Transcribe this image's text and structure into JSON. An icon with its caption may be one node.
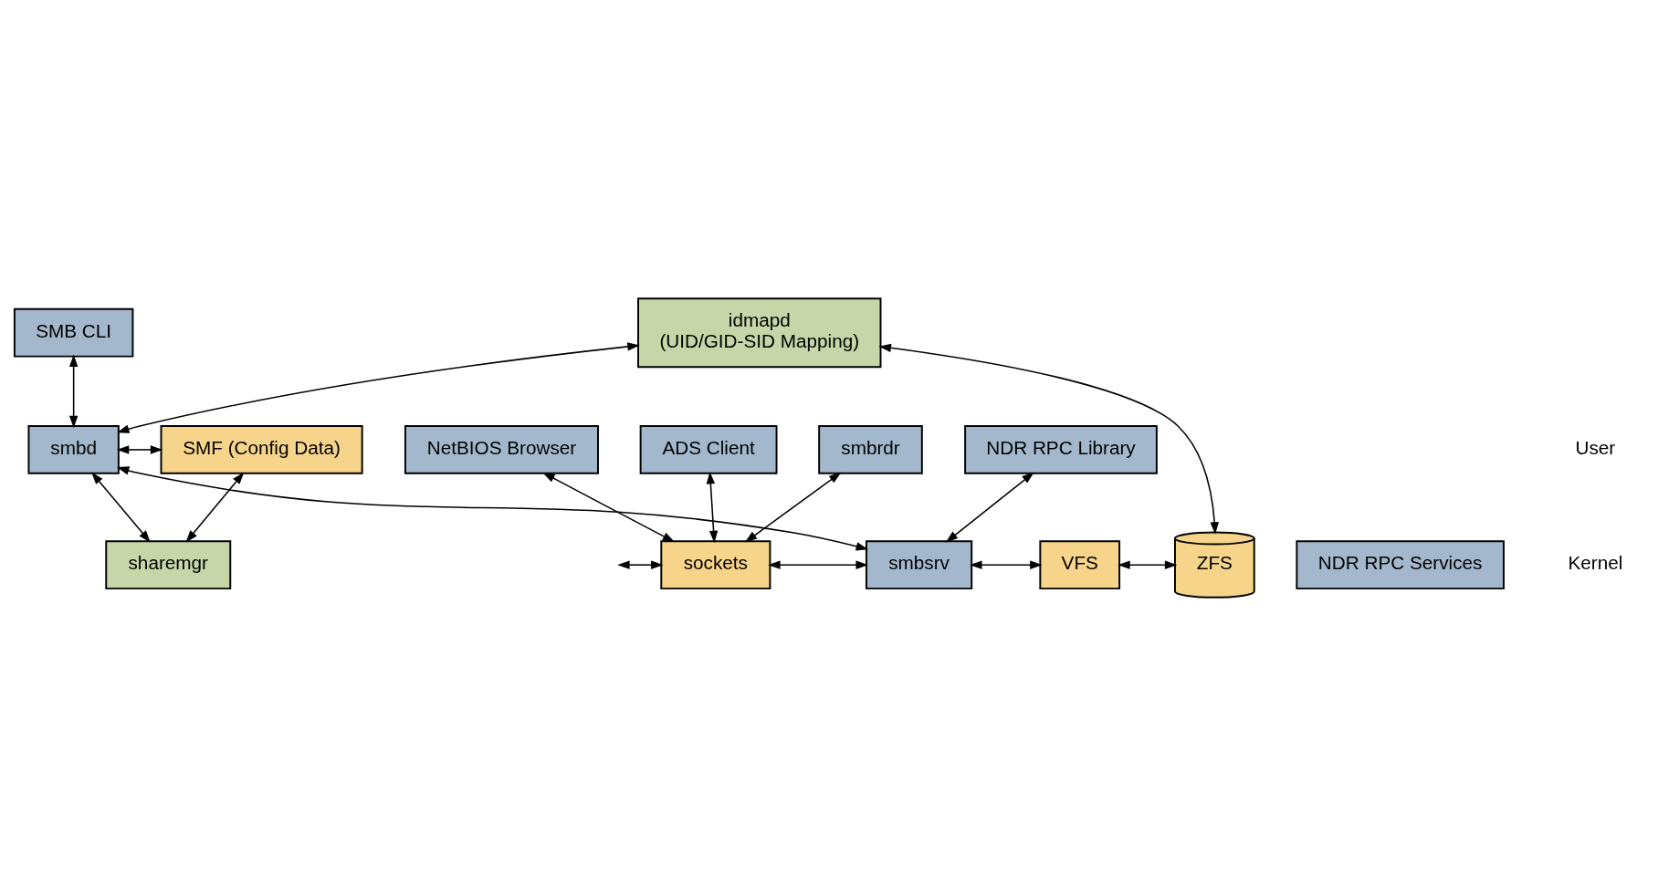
{
  "diagram": {
    "nodes": [
      {
        "text": [
          "SMB CLI"
        ]
      },
      {
        "text": [
          "idmapd",
          "(UID/GID-SID Mapping)"
        ]
      },
      {
        "text": [
          "NDR RPC Services"
        ]
      },
      {
        "text": [
          "NetBIOS Browser"
        ]
      },
      {
        "text": [
          "ADS Client"
        ]
      },
      {
        "text": [
          "NDR RPC Library"
        ]
      },
      {
        "text": [
          "smbd"
        ]
      },
      {
        "text": [
          "sharemgr"
        ]
      },
      {
        "text": [
          "SMF (Config Data)"
        ]
      },
      {
        "text": [
          "smbrdr"
        ]
      },
      {
        "text": [
          "sockets"
        ]
      },
      {
        "text": [
          "smbsrv"
        ]
      },
      {
        "text": [
          "VFS"
        ]
      },
      {
        "text": [
          "ZFS"
        ]
      }
    ],
    "edges": [
      {
        "from": 0,
        "to": 6,
        "arrow": "both"
      },
      {
        "from": 6,
        "to": 1,
        "arrow": "both"
      },
      {
        "from": 6,
        "to": 7,
        "arrow": "both"
      },
      {
        "from": 6,
        "to": 8,
        "arrow": "both"
      },
      {
        "from": 7,
        "to": 8,
        "arrow": "both"
      },
      {
        "from": 3,
        "to": 10,
        "arrow": "both"
      },
      {
        "from": 4,
        "to": 10,
        "arrow": "both"
      },
      {
        "from": 9,
        "to": 10,
        "arrow": "both"
      },
      {
        "from": 5,
        "to": 11,
        "arrow": "both"
      },
      {
        "from": 6,
        "to": 11,
        "arrow": "both"
      },
      {
        "from": null,
        "to": 10,
        "arrow": "both"
      },
      {
        "from": 10,
        "to": 11,
        "arrow": "both"
      },
      {
        "from": 11,
        "to": 12,
        "arrow": "both"
      },
      {
        "from": 12,
        "to": 13,
        "arrow": "both"
      },
      {
        "from": 13,
        "to": 1,
        "arrow": "both"
      }
    ],
    "labels": [
      "User",
      "Kernel"
    ]
  }
}
